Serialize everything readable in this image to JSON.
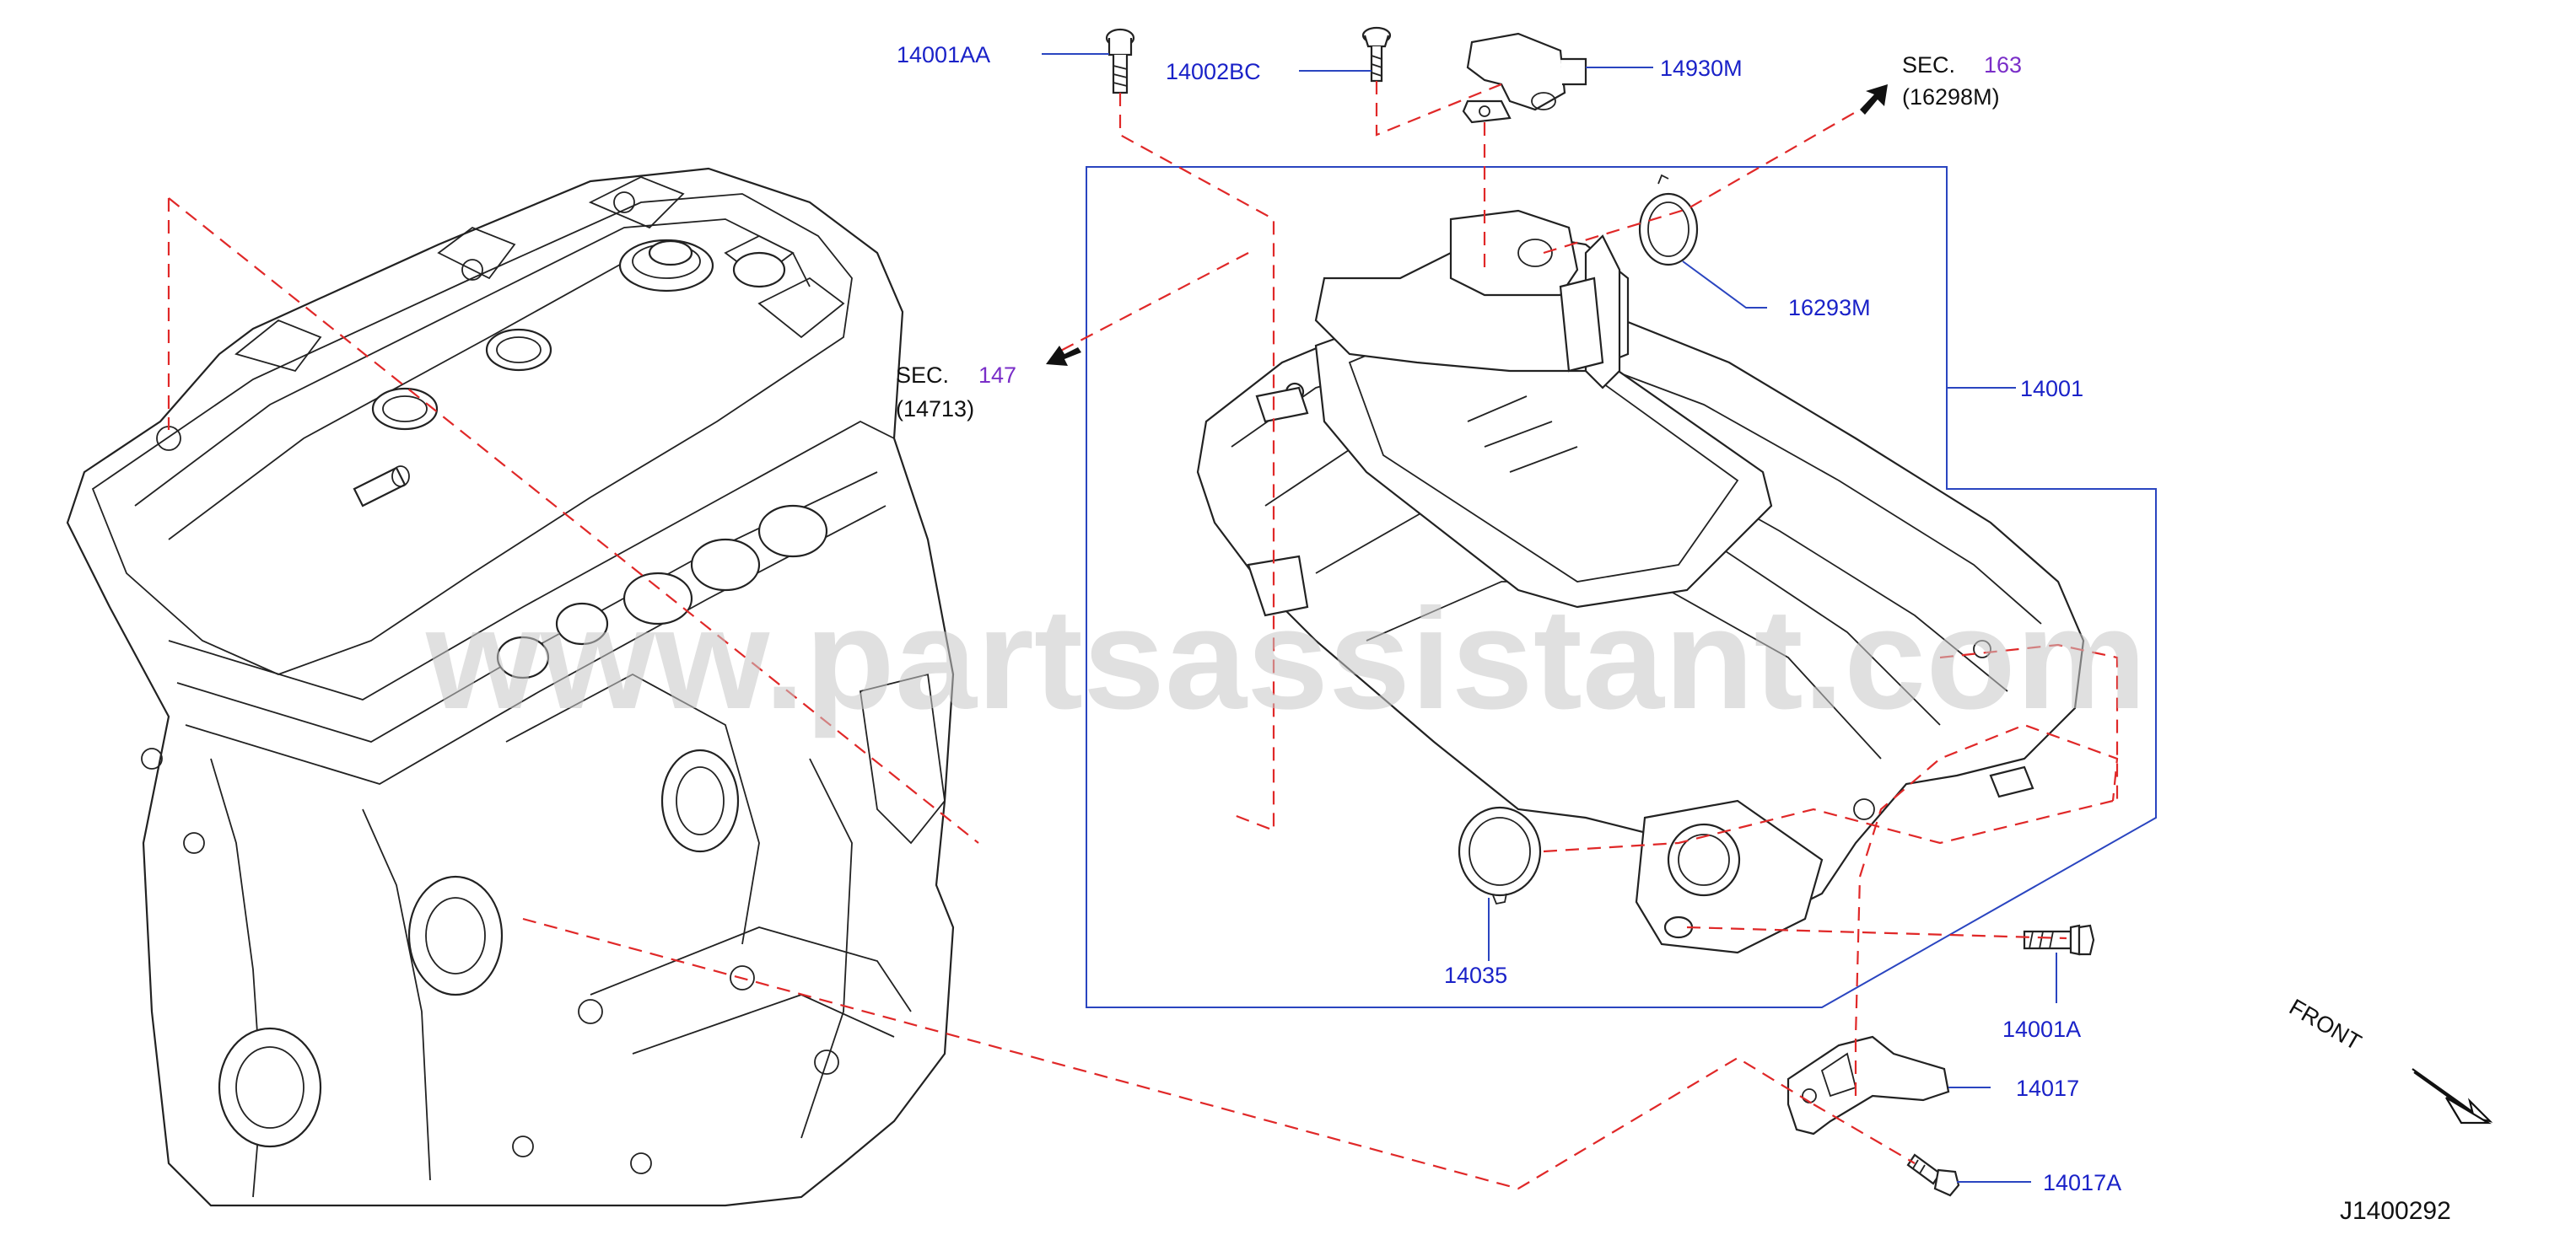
{
  "parts": {
    "p14001AA": "14001AA",
    "p14002BC": "14002BC",
    "p14930M": "14930M",
    "p16293M": "16293M",
    "p14001": "14001",
    "p14035": "14035",
    "p14001A": "14001A",
    "p14017": "14017",
    "p14017A": "14017A"
  },
  "sections": {
    "sec163_prefix": "SEC.",
    "sec163_num": "163",
    "sec163_ref": "(16298M)",
    "sec147_prefix": "SEC.",
    "sec147_num": "147",
    "sec147_ref": "(14713)"
  },
  "front_label": "FRONT",
  "diagram_code": "J1400292",
  "watermark": "www.partsassistant.com",
  "colors": {
    "part_number": "#1a22c8",
    "section_number": "#7a2ec8",
    "dashed_line": "#e02828",
    "leader_line": "#2a45c0"
  }
}
